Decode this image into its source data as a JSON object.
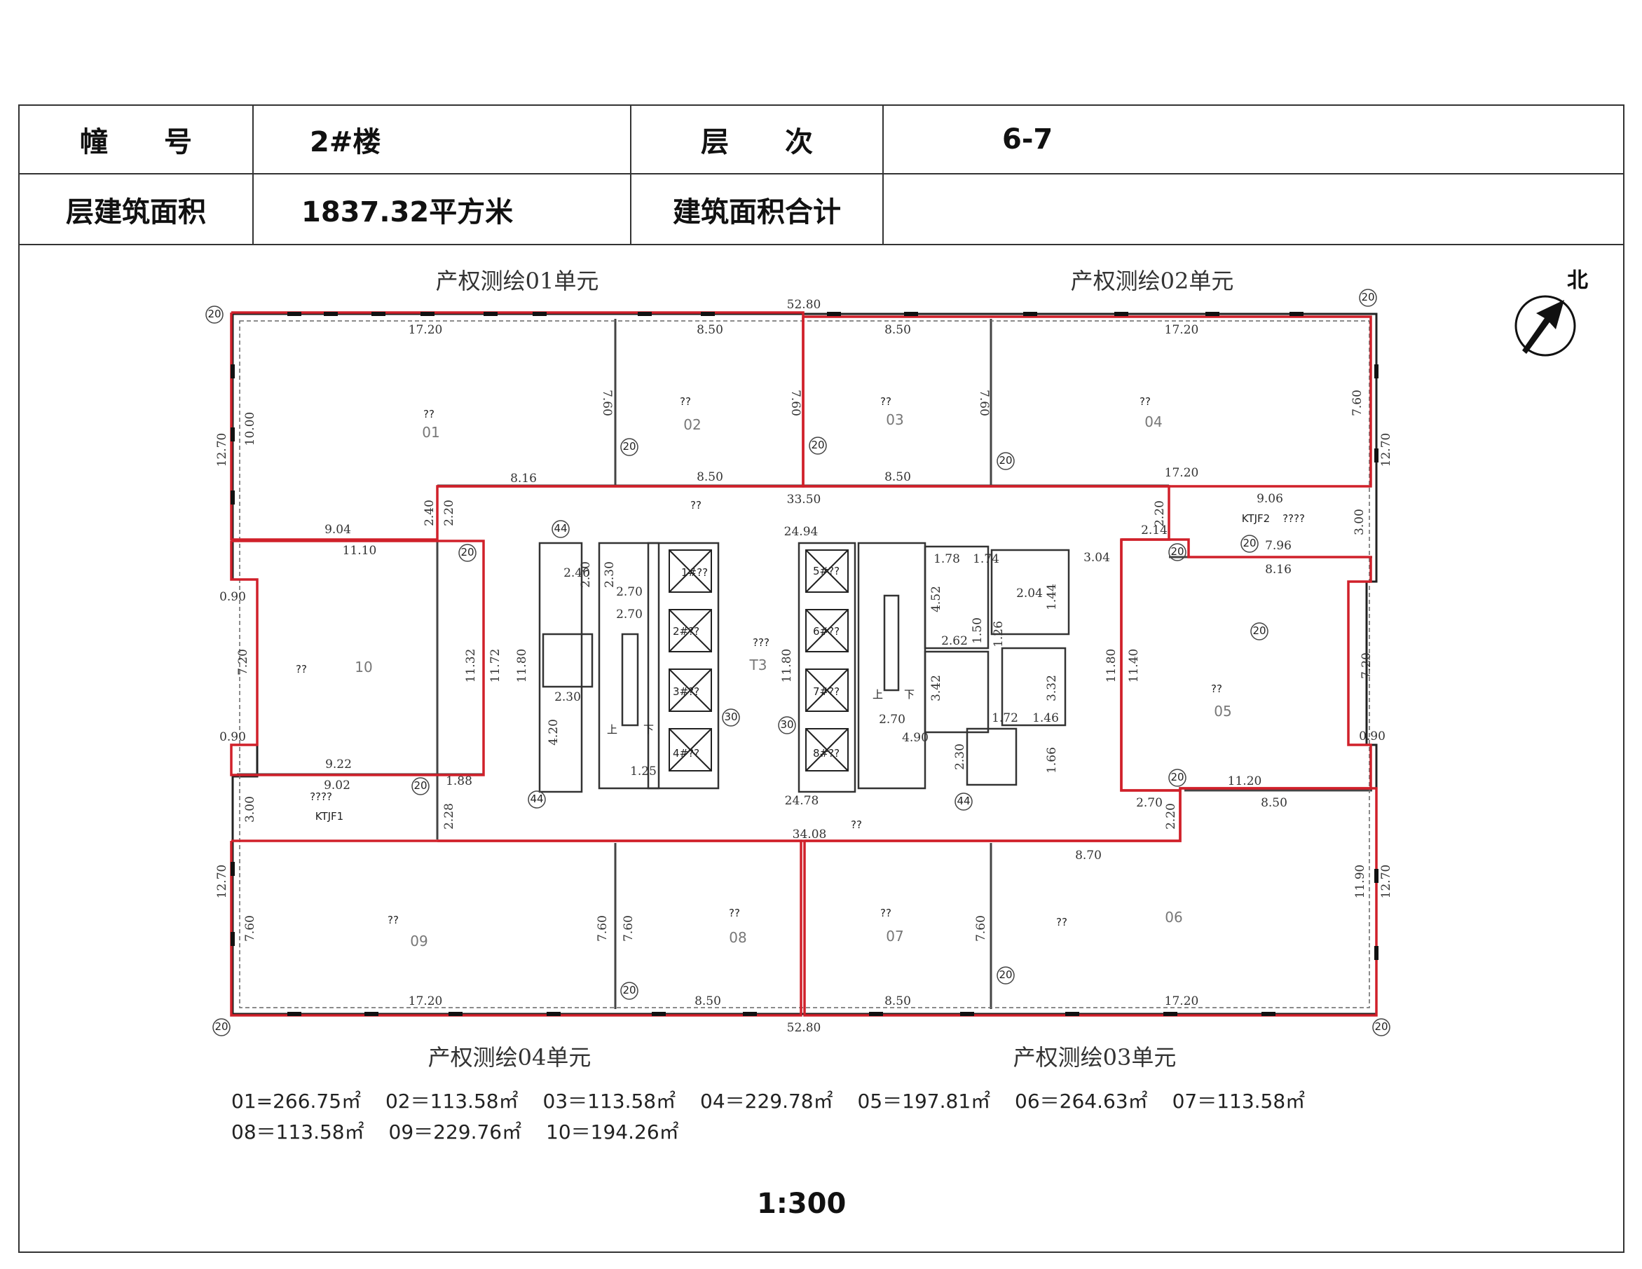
{
  "header": {
    "building_label": "幢　　号",
    "building_value": "2#楼",
    "floor_label": "层　　次",
    "floor_value": "6-7",
    "area_label": "层建筑面积",
    "area_value": "1837.32平方米",
    "total_label": "建筑面积合计",
    "total_value": ""
  },
  "plan": {
    "north_label": "北",
    "unit_titles": [
      "产权测绘01单元",
      "产权测绘02单元",
      "产权测绘04单元",
      "产权测绘03单元"
    ],
    "rooms": [
      {
        "id": "01",
        "name": "??"
      },
      {
        "id": "02",
        "name": "??"
      },
      {
        "id": "03",
        "name": "??"
      },
      {
        "id": "04",
        "name": "??"
      },
      {
        "id": "05",
        "name": "??"
      },
      {
        "id": "06",
        "name": "??"
      },
      {
        "id": "07",
        "name": "??"
      },
      {
        "id": "08",
        "name": "??"
      },
      {
        "id": "09",
        "name": "??"
      },
      {
        "id": "10",
        "name": "??"
      }
    ],
    "core_label": "T3",
    "core_name": "???",
    "corridor_top_name": "??",
    "corridor_bottom_name": "??",
    "ktjf1": "KTJF1",
    "ktjf2": "KTJF2",
    "ktjf_name": "????",
    "elevators": [
      "1#??",
      "2#??",
      "3#??",
      "4#??",
      "5#??",
      "6#??",
      "7#??",
      "8#??"
    ],
    "stair_up": "上",
    "stair_down": "下",
    "dims": {
      "top_total": "52.80",
      "bottom_total": "52.80",
      "r01_w": "17.20",
      "r02_w": "8.50",
      "r03_w": "8.50",
      "r04_w": "17.20",
      "r01_h": "10.00",
      "left_h_top": "12.70",
      "right_h_top": "12.70",
      "r02_h": "7.60",
      "r03_h": "7.60",
      "r04_h": "7.60",
      "r0203_h": "7.60",
      "d816": "8.16",
      "d850a": "8.50",
      "d850b": "8.50",
      "r04_b": "17.20",
      "d3350": "33.50",
      "d2494": "24.94",
      "d906": "9.06",
      "d214": "2.14",
      "d240": "2.40",
      "d220a": "2.20",
      "d220b": "2.20",
      "d300a": "3.00",
      "d904": "9.04",
      "d1110": "11.10",
      "d090a": "0.90",
      "d720a": "7.20",
      "d1132": "11.32",
      "d1172": "11.72",
      "d1180a": "11.80",
      "d090b": "0.90",
      "d922": "9.22",
      "d902": "9.02",
      "d188": "1.88",
      "d300b": "3.00",
      "d228": "2.28",
      "d304": "3.04",
      "d796": "7.96",
      "d816b": "8.16",
      "d1180b": "11.80",
      "d1140": "11.40",
      "d720b": "7.20",
      "d090c": "0.90",
      "d1120": "11.20",
      "d850c": "8.50",
      "d270": "2.70",
      "d220c": "2.20",
      "d3408": "34.08",
      "d2478": "24.78",
      "d870": "8.70",
      "d1190": "11.90",
      "right_h_bot": "12.70",
      "left_h_bot": "12.70",
      "r09_h": "7.60",
      "r09_r": "7.60",
      "r08_h": "7.60",
      "r07_h": "7.60",
      "r09_w": "17.20",
      "r08_w": "8.50",
      "r07_w": "8.50",
      "r06_w": "17.20",
      "c230": "2.30",
      "c240": "2.40",
      "c270a": "2.70",
      "c270b": "2.70",
      "c230b": "2.30",
      "c420": "4.20",
      "c125": "1.25",
      "c1180": "11.80",
      "c178": "1.78",
      "c174": "1.74",
      "c452": "4.52",
      "c262": "2.62",
      "c150": "1.50",
      "c126": "1.26",
      "c204": "2.04",
      "c144": "1.44",
      "c342": "3.42",
      "c332": "3.32",
      "c172": "1.72",
      "c146": "1.46",
      "c270c": "2.70",
      "c490": "4.90",
      "c230c": "2.30",
      "c166": "1.66"
    },
    "markers": [
      "20",
      "44",
      "30"
    ]
  },
  "areas": [
    "01=266.75㎡",
    "02＝113.58㎡",
    "03＝113.58㎡",
    "04＝229.78㎡",
    "05＝197.81㎡",
    "06＝264.63㎡",
    "07＝113.58㎡",
    "08＝113.58㎡",
    "09＝229.76㎡",
    "10＝194.26㎡"
  ],
  "scale": "1:300",
  "colors": {
    "boundary": "#d0202a",
    "wall": "#222222",
    "dim": "#333333"
  }
}
